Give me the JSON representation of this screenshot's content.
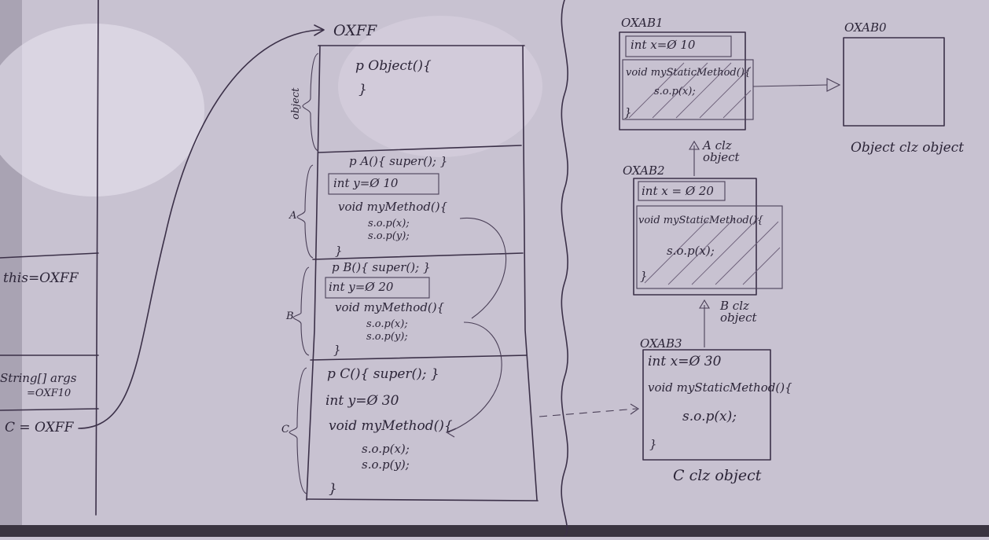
{
  "stack": {
    "this_ref": "this=OXFF",
    "args": "String[] args",
    "args_addr": "=OXF10",
    "c_ref": "C = OXFF"
  },
  "heap_object": {
    "address": "OXFF",
    "sections": [
      {
        "label": "object",
        "lines": [
          "p Object(){",
          "}"
        ]
      },
      {
        "label": "A",
        "lines": [
          "p A(){ super(); }",
          "int y=Ø 10",
          "void myMethod(){",
          "s.o.p(x);",
          "s.o.p(y);",
          "}"
        ]
      },
      {
        "label": "B",
        "lines": [
          "p B(){ super(); }",
          "int y=Ø 20",
          "void myMethod(){",
          "s.o.p(x);",
          "s.o.p(y);",
          "}"
        ]
      },
      {
        "label": "C",
        "lines": [
          "p C(){ super(); }",
          "int y=Ø 30",
          "void myMethod(){",
          "s.o.p(x);",
          "s.o.p(y);",
          "}"
        ]
      }
    ]
  },
  "class_objects": [
    {
      "address": "OXAB1",
      "lines": [
        "int x=Ø 10",
        "void myStaticMethod(){",
        "s.o.p(x);",
        "}"
      ],
      "caption": "A clz object"
    },
    {
      "address": "OXAB2",
      "lines": [
        "int x = Ø 20",
        "void myStaticMethod(){",
        "s.o.p(x);",
        "}"
      ],
      "caption": "B clz object"
    },
    {
      "address": "OXAB3",
      "lines": [
        "int x=Ø 30",
        "void myStaticMethod(){",
        "s.o.p(x);",
        "}"
      ],
      "caption": "C clz object"
    },
    {
      "address": "OXAB0",
      "lines": [],
      "caption": "Object clz object"
    }
  ]
}
